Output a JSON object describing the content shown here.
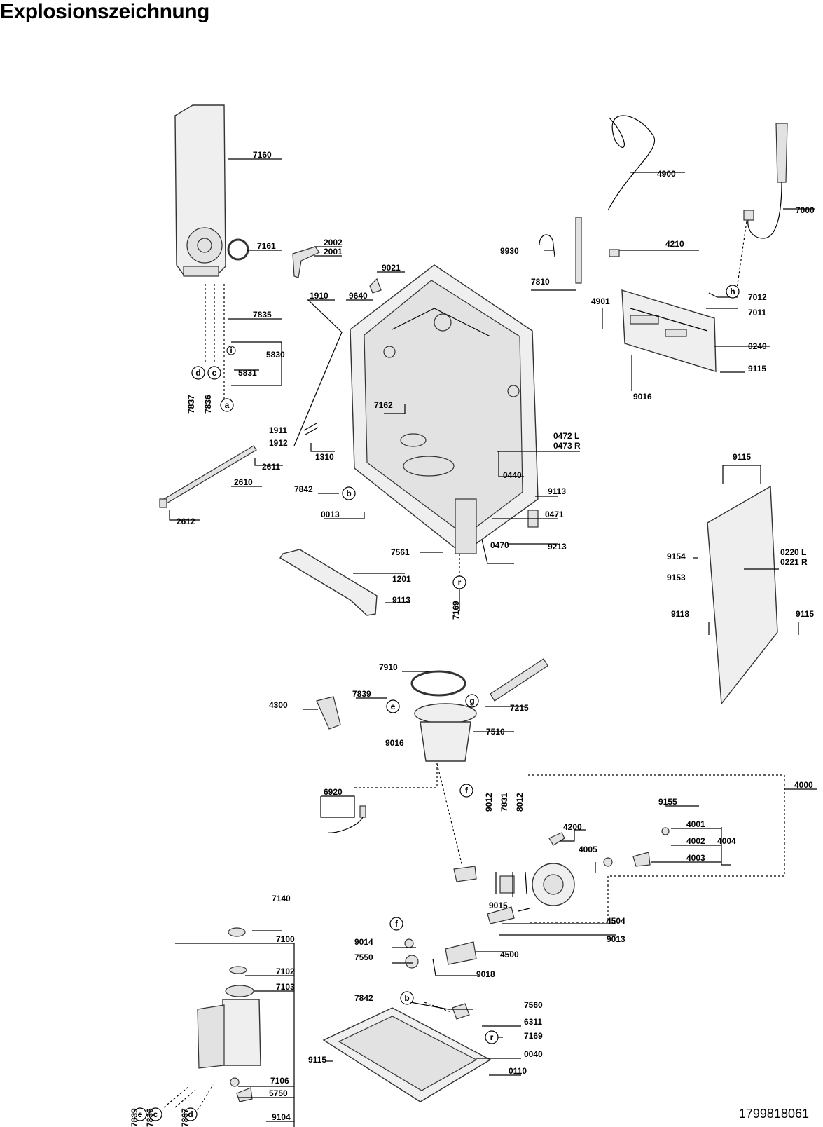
{
  "title": "Explosionszeichnung",
  "doc_number": "1799818061",
  "callouts": {
    "7160": "7160",
    "7161": "7161",
    "2002": "2002",
    "2001": "2001",
    "9021": "9021",
    "1910": "1910",
    "9640": "9640",
    "7835": "7835",
    "5830": "5830",
    "5831": "5831",
    "7837": "7837",
    "7836": "7836",
    "7162": "7162",
    "1911": "1911",
    "1912": "1912",
    "1310": "1310",
    "2611": "2611",
    "2610": "2610",
    "2612": "2612",
    "7842": "7842",
    "0013": "0013",
    "7561": "7561",
    "7169": "7169",
    "1201": "1201",
    "9113": "9113",
    "9930": "9930",
    "7810": "7810",
    "4210": "4210",
    "4900": "4900",
    "7000": "7000",
    "4901": "4901",
    "7012": "7012",
    "7011": "7011",
    "0240": "0240",
    "9115": "9115",
    "9016": "9016",
    "0472L": "0472 L",
    "0473R": "0473 R",
    "0440": "0440",
    "0471": "0471",
    "9213": "9213",
    "0470": "0470",
    "9154": "9154",
    "9153": "9153",
    "0220L": "0220 L",
    "0221R": "0221 R",
    "9118": "9118",
    "7910": "7910",
    "4300": "4300",
    "7839": "7839",
    "7215": "7215",
    "7510": "7510",
    "6920": "6920",
    "4000": "4000",
    "9155": "9155",
    "4001": "4001",
    "4002": "4002",
    "4004": "4004",
    "4003": "4003",
    "4200": "4200",
    "4005": "4005",
    "9012": "9012",
    "7831": "7831",
    "8012": "8012",
    "9015": "9015",
    "4504": "4504",
    "9014": "9014",
    "7550": "7550",
    "9013": "9013",
    "4500": "4500",
    "9018": "9018",
    "7140": "7140",
    "7100": "7100",
    "7102": "7102",
    "7103": "7103",
    "7560": "7560",
    "6311": "6311",
    "0040": "0040",
    "7106": "7106",
    "5750": "5750",
    "0110": "0110",
    "9104": "9104"
  },
  "connection_markers": {
    "a": "a",
    "b": "b",
    "c": "c",
    "d": "d",
    "e": "e",
    "f": "f",
    "g": "g",
    "h": "h",
    "i": "i",
    "r": "r"
  }
}
